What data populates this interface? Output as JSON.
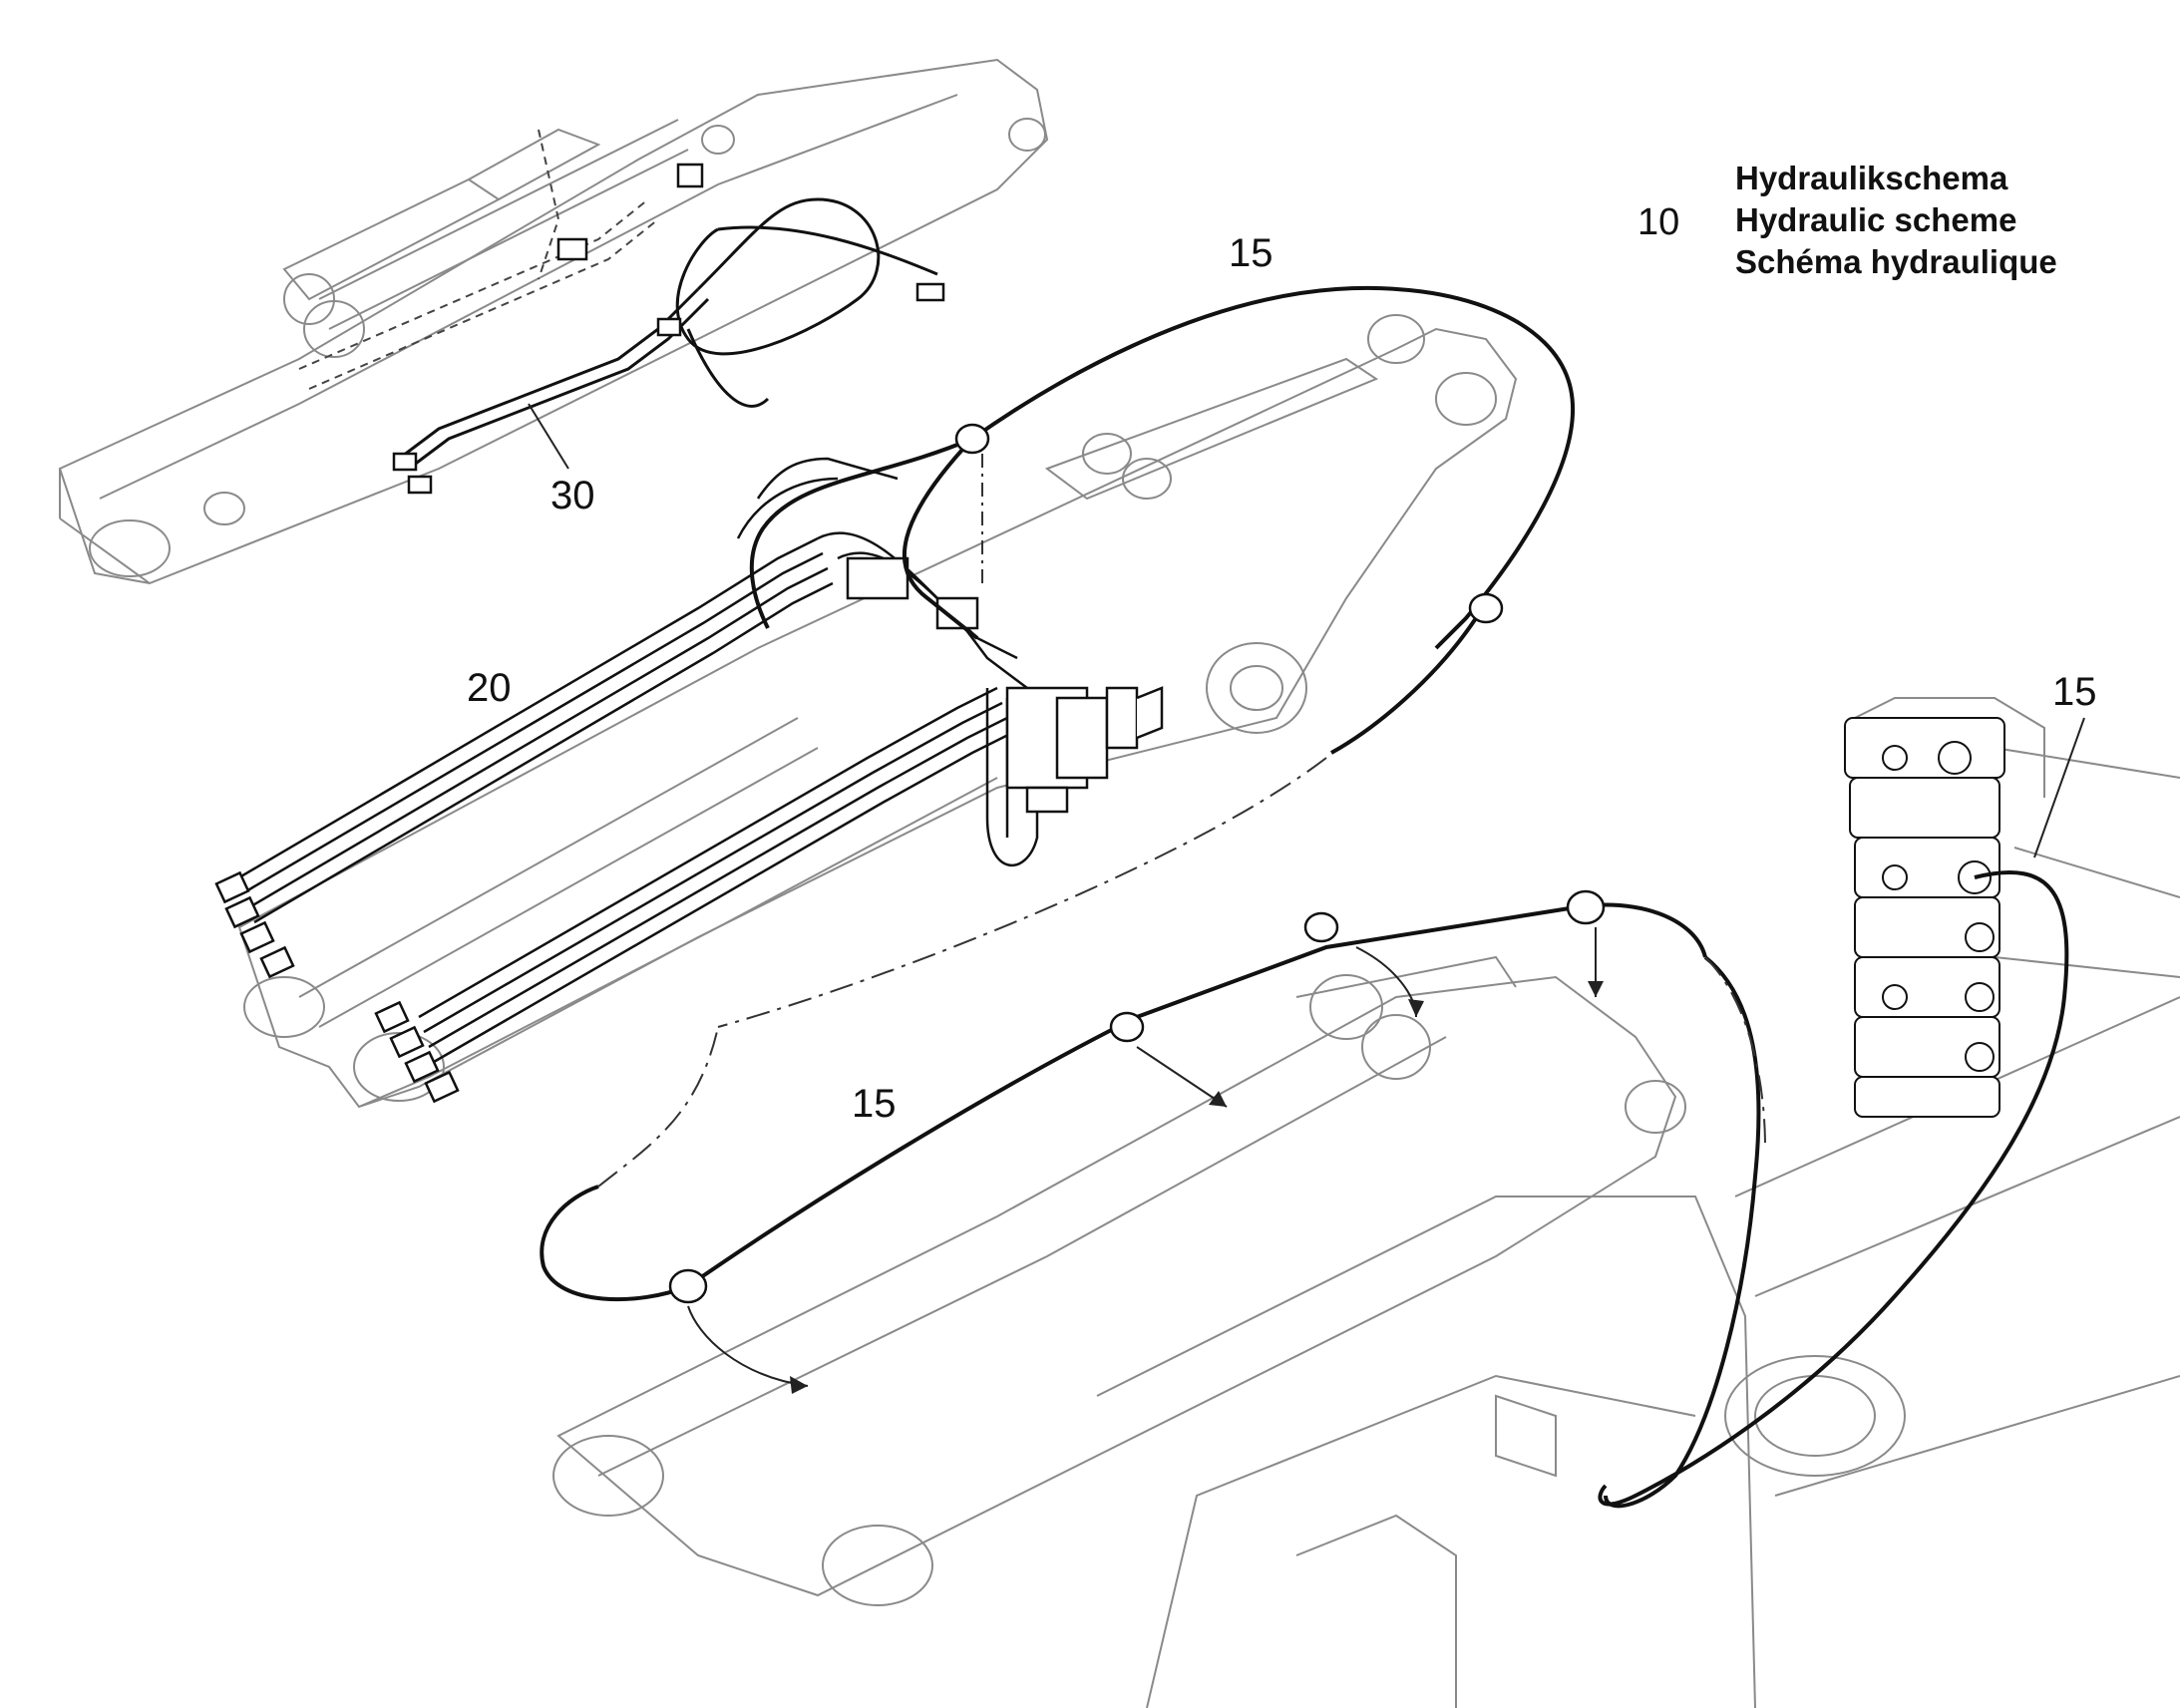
{
  "legend": {
    "item_number": "10",
    "title_de": "Hydraulikschema",
    "title_en": "Hydraulic scheme",
    "title_fr": "Schéma hydraulique"
  },
  "callouts": {
    "hose_top": "15",
    "hose_right": "15",
    "hose_lower": "15",
    "boom_assembly": "20",
    "upper_arm_line": "30"
  },
  "colors": {
    "line": "#111111",
    "ghost": "#8a8a8a",
    "background": "#ffffff"
  }
}
